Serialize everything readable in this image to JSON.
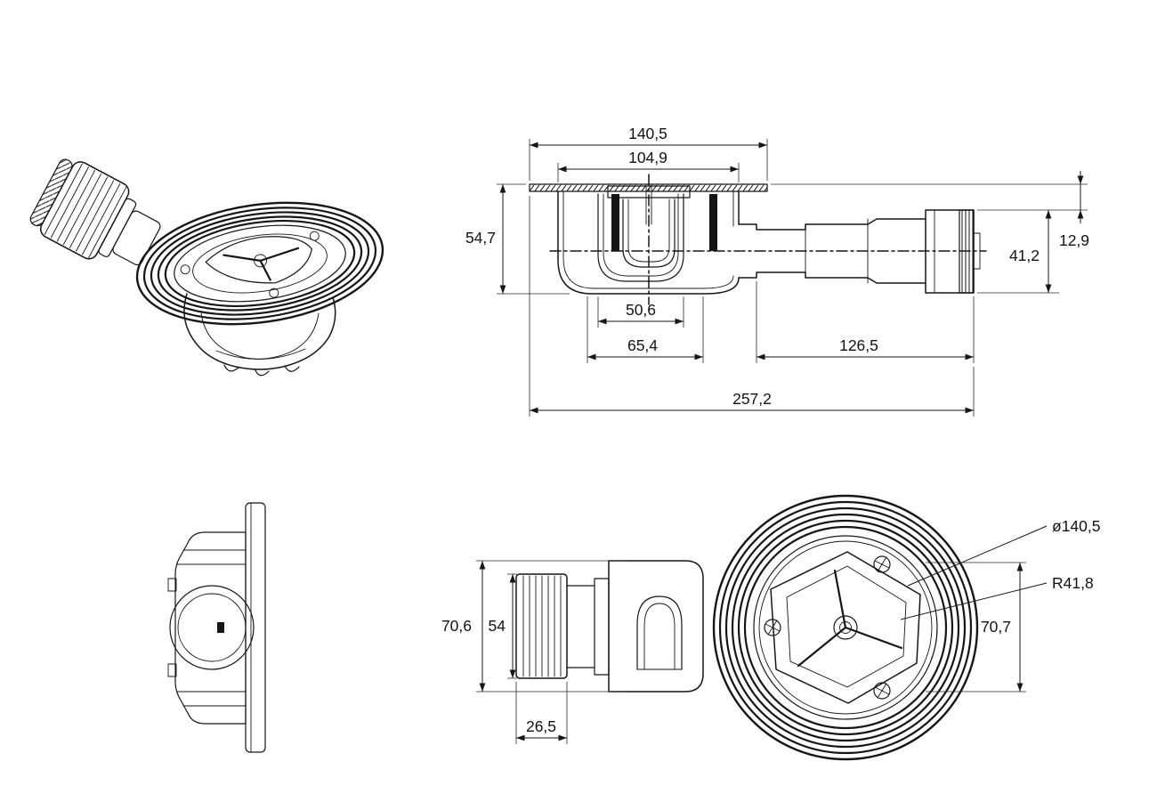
{
  "colors": {
    "line": "#161616",
    "background": "#ffffff"
  },
  "views": {
    "side_section": {
      "dims": {
        "flange_width": "140,5",
        "body_width": "104,9",
        "overall_height": "54,7",
        "flange_to_outlet_top": "12,9",
        "outlet_height": "41,2",
        "sump_inner_width": "50,6",
        "sump_outer_width": "65,4",
        "outlet_length": "126,5",
        "overall_length": "257,2"
      }
    },
    "side_profile": {
      "dims": {
        "overall_height": "70,6",
        "nut_height": "54",
        "nut_length": "26,5"
      }
    },
    "top_plan": {
      "dims": {
        "flange_diameter": "ø140,5",
        "cover_radius": "R41,8",
        "cover_height": "70,7"
      }
    }
  }
}
